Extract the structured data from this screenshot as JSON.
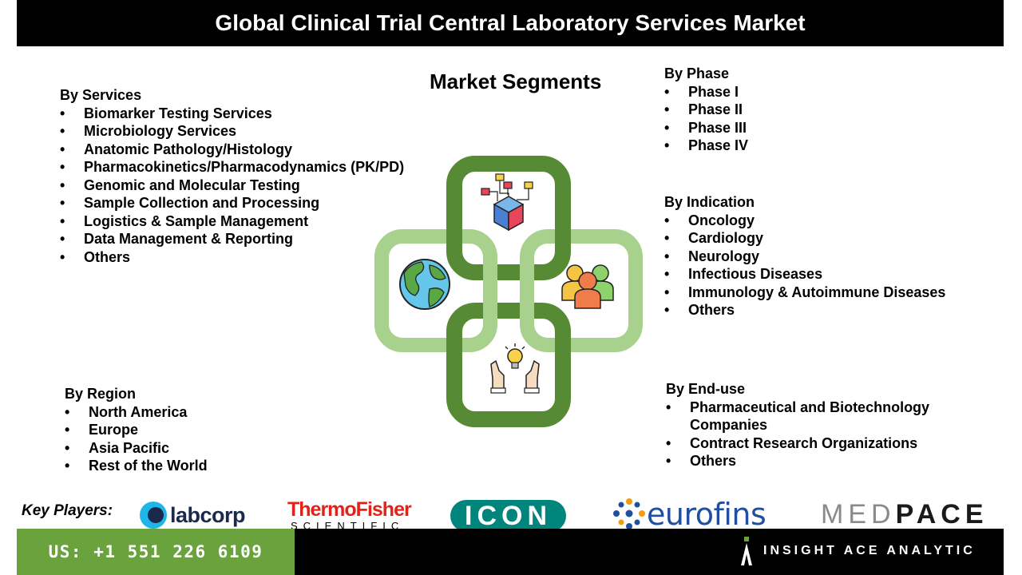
{
  "header": {
    "title": "Global Clinical Trial Central Laboratory Services Market"
  },
  "diagram": {
    "title": "Market Segments"
  },
  "segments": {
    "services": {
      "heading": "By Services",
      "items": [
        "Biomarker Testing Services",
        "Microbiology Services",
        "Anatomic Pathology/Histology",
        "Pharmacokinetics/Pharmacodynamics (PK/PD)",
        "Genomic and Molecular Testing",
        "Sample Collection and Processing",
        "Logistics & Sample Management",
        "Data Management & Reporting",
        "Others"
      ]
    },
    "phase": {
      "heading": "By Phase",
      "items": [
        "Phase I",
        "Phase II",
        "Phase III",
        "Phase IV"
      ]
    },
    "indication": {
      "heading": "By Indication",
      "items": [
        "Oncology",
        "Cardiology",
        "Neurology",
        "Infectious Diseases",
        "Immunology & Autoimmune Diseases",
        "Others"
      ]
    },
    "region": {
      "heading": "By Region",
      "items": [
        "North America",
        "Europe",
        "Asia Pacific",
        "Rest of the World"
      ]
    },
    "enduse": {
      "heading": "By End-use",
      "items": [
        "Pharmaceutical and Biotechnology Companies",
        "Contract Research Organizations",
        "Others"
      ]
    }
  },
  "icons": [
    "data-cube-icon",
    "globe-icon",
    "people-group-icon",
    "hands-lightbulb-icon"
  ],
  "colors": {
    "dark_green": "#568a34",
    "light_green": "#a9d18e",
    "phone_bg": "#6aa33d"
  },
  "footer": {
    "key_players_label": "Key Players:",
    "logos": {
      "labcorp": "labcorp",
      "thermo_top": "ThermoFisher",
      "thermo_bottom": "SCIENTIFIC",
      "icon": "ICON",
      "eurofins": "eurofins",
      "medpace_light": "MED",
      "medpace_dark": "PACE"
    },
    "phone": "US: +1 551 226 6109",
    "brand": "INSIGHT ACE ANALYTIC"
  }
}
